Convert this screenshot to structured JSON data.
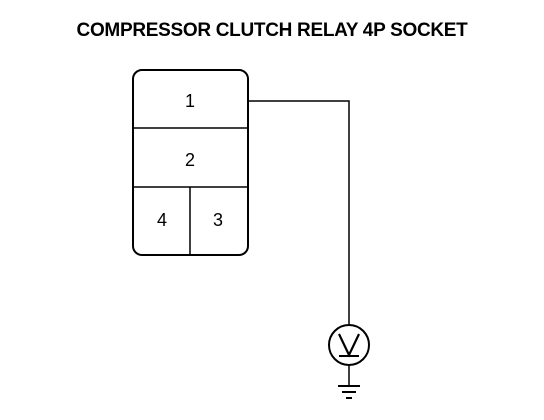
{
  "title": "COMPRESSOR CLUTCH RELAY 4P SOCKET",
  "socket": {
    "terminals": {
      "t1": "1",
      "t2": "2",
      "t3": "3",
      "t4": "4"
    }
  },
  "meter": {
    "symbol": "V",
    "icon": "voltmeter-icon"
  },
  "ground": {
    "icon": "ground-icon"
  }
}
